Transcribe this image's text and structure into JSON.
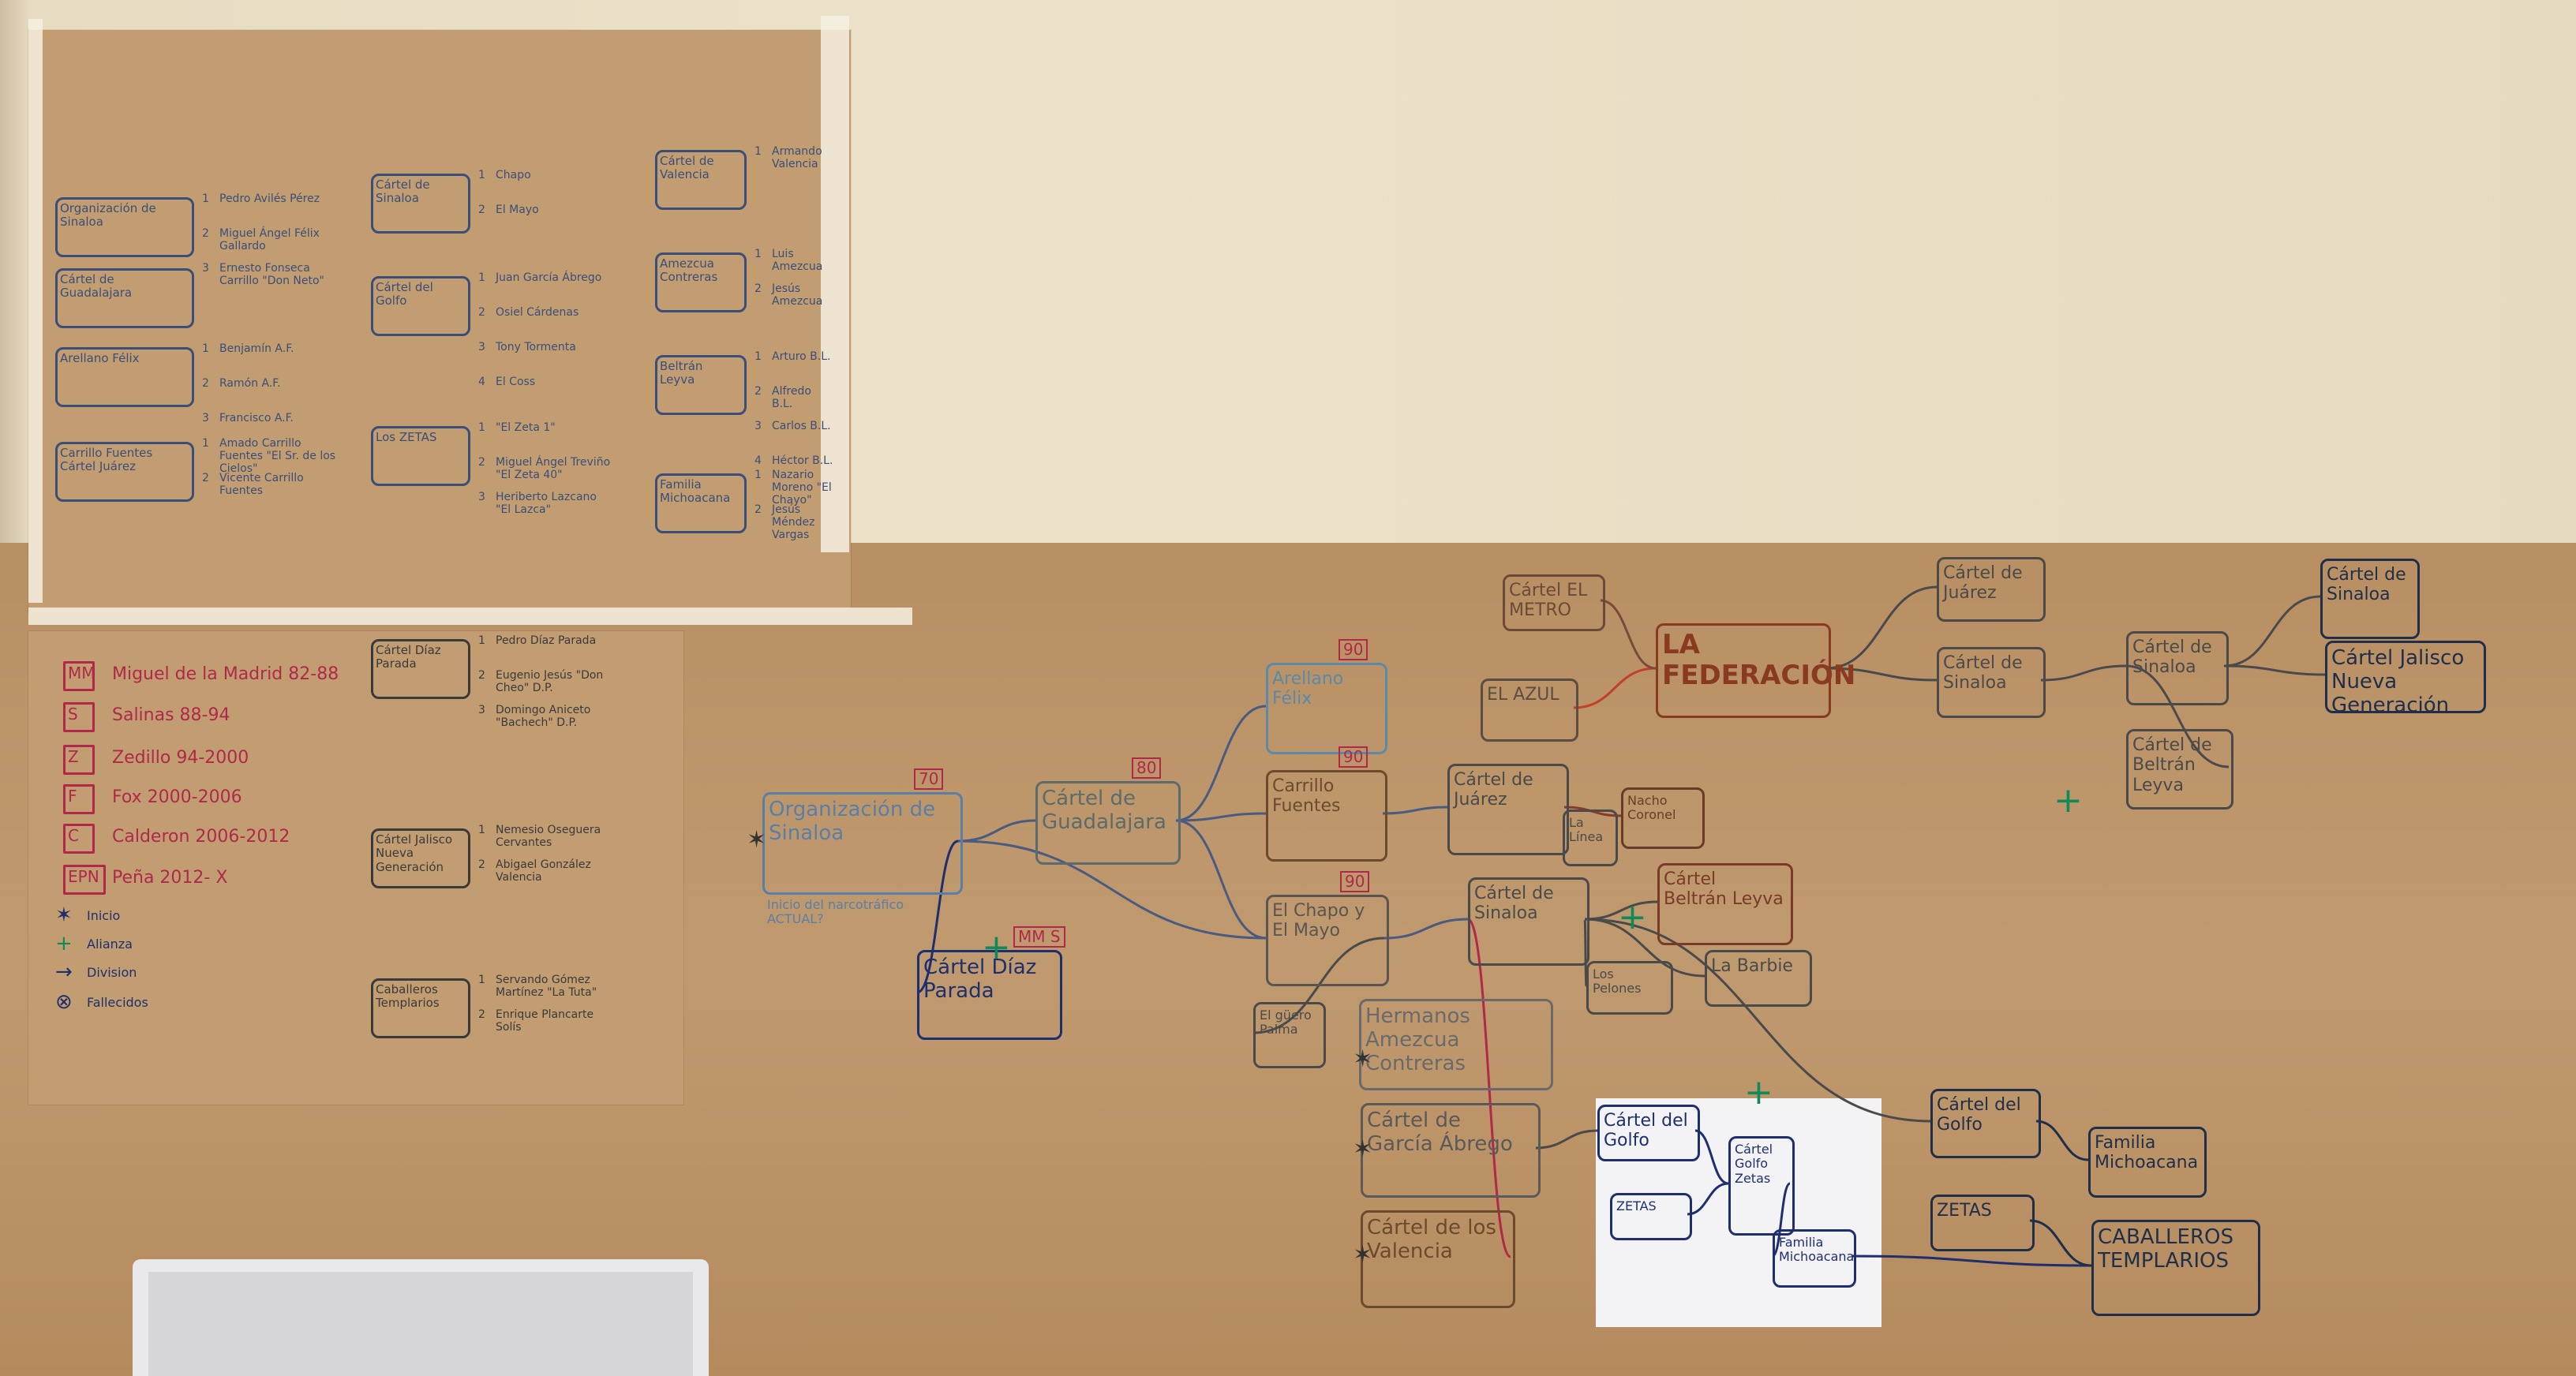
{
  "legend": {
    "presidents": [
      {
        "code": "MM",
        "text": "Miguel de la Madrid 82-88"
      },
      {
        "code": "S",
        "text": "Salinas 88-94"
      },
      {
        "code": "Z",
        "text": "Zedillo 94-2000"
      },
      {
        "code": "F",
        "text": "Fox 2000-2006"
      },
      {
        "code": "C",
        "text": "Calderon 2006-2012"
      },
      {
        "code": "EPN",
        "text": "Peña 2012- X"
      }
    ],
    "symbols": [
      {
        "glyph": "✶",
        "text": "Inicio"
      },
      {
        "glyph": "+",
        "text": "Alianza"
      },
      {
        "glyph": "→",
        "text": "Division"
      },
      {
        "glyph": "⊗",
        "text": "Fallecidos"
      }
    ]
  },
  "reference_sheet": {
    "groups": [
      {
        "name": "Organización de Sinaloa",
        "members": [
          "Pedro Avilés Pérez",
          "Miguel Ángel Félix Gallardo",
          "Ernesto Fonseca Carrillo \"Don Neto\""
        ]
      },
      {
        "name": "Cártel de Guadalajara",
        "members": []
      },
      {
        "name": "Arellano Félix",
        "members": [
          "Benjamín A.F.",
          "Ramón A.F.",
          "Francisco A.F."
        ]
      },
      {
        "name": "Carrillo Fuentes Cártel Juárez",
        "members": [
          "Amado Carrillo Fuentes \"El Sr. de los Cielos\"",
          "Vicente Carrillo Fuentes"
        ]
      },
      {
        "name": "Cártel de Sinaloa",
        "members": [
          "Chapo",
          "El Mayo"
        ]
      },
      {
        "name": "Cártel del Golfo",
        "members": [
          "Juan García Ábrego",
          "Osiel Cárdenas",
          "Tony Tormenta",
          "El Coss"
        ]
      },
      {
        "name": "Los ZETAS",
        "members": [
          "\"El Zeta 1\"",
          "Miguel Ángel Treviño \"El Zeta 40\"",
          "Heriberto Lazcano \"El Lazca\""
        ]
      },
      {
        "name": "Cártel Díaz Parada",
        "members": [
          "Pedro Díaz Parada",
          "Eugenio Jesús \"Don Cheo\" D.P.",
          "Domingo Aniceto \"Bachech\" D.P."
        ]
      },
      {
        "name": "Cártel Jalisco Nueva Generación",
        "members": [
          "Nemesio Oseguera Cervantes",
          "Abigael González Valencia"
        ]
      },
      {
        "name": "Caballeros Templarios",
        "members": [
          "Servando Gómez Martínez \"La Tuta\"",
          "Enrique Plancarte Solís"
        ]
      },
      {
        "name": "Cártel de Valencia",
        "members": [
          "Armando Valencia"
        ]
      },
      {
        "name": "Amezcua Contreras",
        "members": [
          "Luis Amezcua",
          "Jesús Amezcua"
        ]
      },
      {
        "name": "Beltrán Leyva",
        "members": [
          "Arturo B.L.",
          "Alfredo B.L.",
          "Carlos B.L.",
          "Héctor B.L."
        ]
      },
      {
        "name": "Familia Michoacana",
        "members": [
          "Nazario Moreno \"El Chayo\"",
          "Jesús Méndez Vargas"
        ]
      }
    ]
  },
  "diagram": {
    "nodes": [
      {
        "id": "org-sinaloa",
        "label": "Organización de Sinaloa",
        "tag": "70",
        "note": "Inicio del narcotráfico ACTUAL?",
        "color": "#5a7fa6"
      },
      {
        "id": "diaz-parada",
        "label": "Cártel Díaz Parada",
        "tag": "MM S",
        "color": "#1f2f6e"
      },
      {
        "id": "guadalajara",
        "label": "Cártel de Guadalajara",
        "tag": "80",
        "color": "#5c6b6b"
      },
      {
        "id": "arellano",
        "label": "Arellano Félix",
        "tag": "90",
        "color": "#5a8aa8"
      },
      {
        "id": "carrillo",
        "label": "Carrillo Fuentes",
        "tag": "90",
        "color": "#6b4a2e"
      },
      {
        "id": "chapo-mayo",
        "label": "El Chapo y El Mayo",
        "tag": "90",
        "color": "#5a5550"
      },
      {
        "id": "metro",
        "label": "Cártel EL METRO",
        "tag": "",
        "color": "#6b4a3a"
      },
      {
        "id": "azul",
        "label": "EL AZUL",
        "tag": "",
        "color": "#5a4e44"
      },
      {
        "id": "federacion",
        "label": "LA FEDERACIÓN",
        "tag": "",
        "color": "#8a3a20"
      },
      {
        "id": "juarez",
        "label": "Cártel de Juárez",
        "tag": "",
        "color": "#4a4a4a"
      },
      {
        "id": "nacho",
        "label": "Nacho Coronel",
        "tag": "",
        "color": "#6b3a2a"
      },
      {
        "id": "linea",
        "label": "La Línea",
        "tag": "",
        "color": "#4a4a4a"
      },
      {
        "id": "sinaloa",
        "label": "Cártel de Sinaloa",
        "tag": "",
        "color": "#4a4a4a"
      },
      {
        "id": "beltran",
        "label": "Cártel Beltrán Leyva",
        "tag": "",
        "color": "#7a3a2a"
      },
      {
        "id": "pelones",
        "label": "Los Pelones",
        "tag": "",
        "color": "#4a4a4a"
      },
      {
        "id": "barbie",
        "label": "La Barbie",
        "tag": "",
        "color": "#4a4a4a"
      },
      {
        "id": "guero",
        "label": "El güero Palma",
        "tag": "",
        "color": "#4a4a4a"
      },
      {
        "id": "amezcua",
        "label": "Hermanos Amezcua Contreras",
        "tag": "",
        "color": "#6a6a6a"
      },
      {
        "id": "garcia-abrego",
        "label": "Cártel de García Ábrego",
        "tag": "",
        "color": "#5a5a5a"
      },
      {
        "id": "valencia",
        "label": "Cártel de los Valencia",
        "tag": "",
        "color": "#6b4a2e"
      },
      {
        "id": "golfo-1",
        "label": "Cártel del Golfo",
        "tag": "",
        "color": "#1f2f6e"
      },
      {
        "id": "golfo-zetas",
        "label": "Cártel Golfo Zetas",
        "tag": "",
        "color": "#1f2f6e"
      },
      {
        "id": "zetas-1",
        "label": "ZETAS",
        "tag": "",
        "color": "#1f2f6e"
      },
      {
        "id": "michoacana-1",
        "label": "Familia Michoacana",
        "tag": "",
        "color": "#1f2f6e"
      },
      {
        "id": "juarez-2",
        "label": "Cártel de Juárez",
        "tag": "",
        "color": "#4a4a4a"
      },
      {
        "id": "sinaloa-2",
        "label": "Cártel de Sinaloa",
        "tag": "",
        "color": "#4a4a4a"
      },
      {
        "id": "sinaloa-3",
        "label": "Cártel de Sinaloa",
        "tag": "",
        "color": "#4a4a4a"
      },
      {
        "id": "sinaloa-4",
        "label": "Cártel de Sinaloa",
        "tag": "",
        "color": "#1f2f4a"
      },
      {
        "id": "jalisco",
        "label": "Cártel Jalisco Nueva Generación",
        "tag": "",
        "color": "#1f2f4a"
      },
      {
        "id": "beltran-2",
        "label": "Cártel de Beltrán Leyva",
        "tag": "",
        "color": "#4a4a4a"
      },
      {
        "id": "golfo-2",
        "label": "Cártel del Golfo",
        "tag": "",
        "color": "#1f2f4a"
      },
      {
        "id": "zetas-2",
        "label": "ZETAS",
        "tag": "",
        "color": "#1f2f4a"
      },
      {
        "id": "michoacana-2",
        "label": "Familia Michoacana",
        "tag": "",
        "color": "#1f2f4a"
      },
      {
        "id": "templarios",
        "label": "CABALLEROS TEMPLARIOS",
        "tag": "",
        "color": "#1f2f4a"
      }
    ]
  },
  "colors": {
    "kraft": "#c09a6f",
    "wall": "#e9dec5",
    "pen_blue": "#1f2f6e",
    "pen_red": "#b0284a",
    "pen_green": "#0f8a5a"
  }
}
